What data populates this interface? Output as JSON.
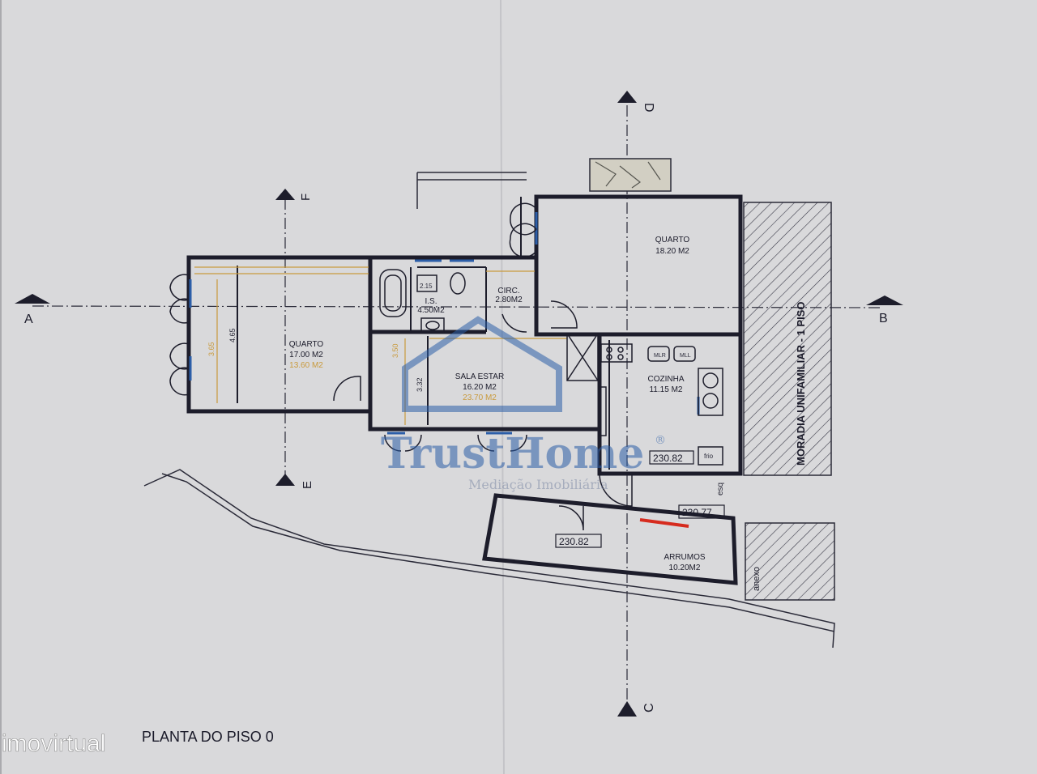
{
  "drawing_title": "PLANTA DO PISO 0",
  "section_markers": {
    "a": "A",
    "b": "B",
    "c": "C",
    "d": "D",
    "e": "E",
    "f": "F"
  },
  "rooms": {
    "quarto_left": {
      "name": "QUARTO",
      "area": "17.00 M2",
      "area_alt": "13.60 M2"
    },
    "quarto_right": {
      "name": "QUARTO",
      "area": "18.20 M2"
    },
    "is": {
      "name": "I.S.",
      "area": "4.50M2"
    },
    "circ": {
      "name": "CIRC.",
      "area": "2.80M2"
    },
    "sala": {
      "name": "SALA ESTAR",
      "area": "16.20 M2",
      "area_alt": "23.70 M2"
    },
    "cozinha": {
      "name": "COZINHA",
      "area": "11.15 M2"
    },
    "arrumos": {
      "name": "ARRUMOS",
      "area": "10.20M2"
    }
  },
  "dimensions": {
    "d1": "4.65",
    "d2": "3.65",
    "d3": "3.32",
    "d4": "3.50",
    "d5": "2.15"
  },
  "levels": {
    "l1": "230.82",
    "l2": "230.77",
    "l3": "230.82"
  },
  "appliances": {
    "mlr": "MLR",
    "mll": "MLL",
    "frio": "frio",
    "esq": "esq"
  },
  "neighbor_label": "MORADIA UNIFAMILIAR - 1 PISO",
  "anexo_label": "anexo",
  "watermark": {
    "brand": "TrustHome",
    "reg": "®",
    "tagline": "Mediação Imobiliária"
  },
  "site_logo": "imovirtual",
  "colors": {
    "paper": "#d9d9db",
    "line": "#1d1d2b",
    "accent_orange": "#c99a3c",
    "watermark_blue": "#2c5ea8",
    "door_red": "#d62b1e"
  }
}
